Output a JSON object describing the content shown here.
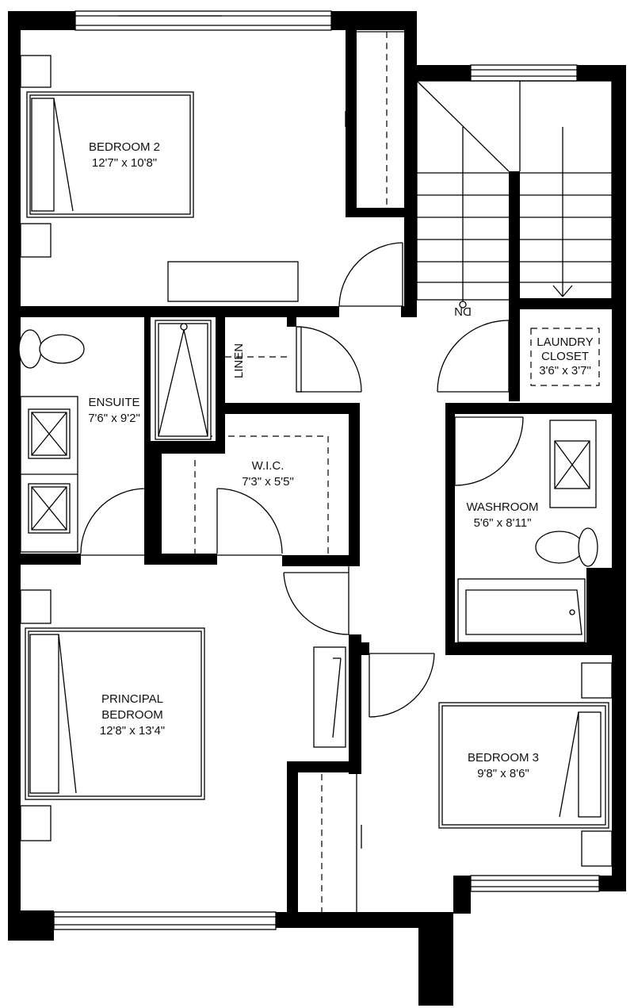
{
  "rooms": {
    "bedroom2": {
      "name": "BEDROOM 2",
      "size": "12'7\" x 10'8\""
    },
    "ensuite": {
      "name": "ENSUITE",
      "size": "7'6\" x 9'2\""
    },
    "linen": {
      "name": "LINEN"
    },
    "wic": {
      "name": "W.I.C.",
      "size": "7'3\" x 5'5\""
    },
    "laundry": {
      "name_line1": "LAUNDRY",
      "name_line2": "CLOSET",
      "size": "3'6\" x 3'7\""
    },
    "washroom": {
      "name": "WASHROOM",
      "size": "5'6\" x 8'11\""
    },
    "principal": {
      "name_line1": "PRINCIPAL",
      "name_line2": "BEDROOM",
      "size": "12'8\" x 13'4\""
    },
    "bedroom3": {
      "name": "BEDROOM 3",
      "size": "9'8\" x 8'6\""
    }
  },
  "stairs": {
    "direction_label": "DN"
  }
}
